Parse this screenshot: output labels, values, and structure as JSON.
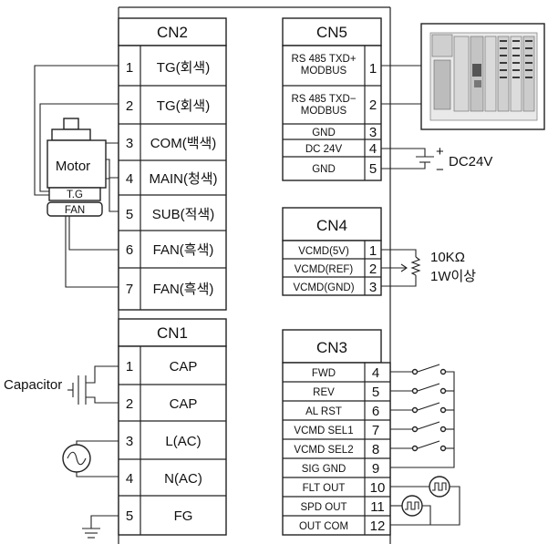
{
  "cn2": {
    "title": "CN2",
    "pins": [
      {
        "num": "1",
        "label": "TG(회색)"
      },
      {
        "num": "2",
        "label": "TG(회색)"
      },
      {
        "num": "3",
        "label": "COM(백색)"
      },
      {
        "num": "4",
        "label": "MAIN(청색)"
      },
      {
        "num": "5",
        "label": "SUB(적색)"
      },
      {
        "num": "6",
        "label": "FAN(흑색)"
      },
      {
        "num": "7",
        "label": "FAN(흑색)"
      }
    ]
  },
  "cn1": {
    "title": "CN1",
    "pins": [
      {
        "num": "1",
        "label": "CAP"
      },
      {
        "num": "2",
        "label": "CAP"
      },
      {
        "num": "3",
        "label": "L(AC)"
      },
      {
        "num": "4",
        "label": "N(AC)"
      },
      {
        "num": "5",
        "label": "FG"
      }
    ]
  },
  "cn5": {
    "title": "CN5",
    "pins": [
      {
        "num": "1",
        "line1": "RS 485 TXD+",
        "line2": "MODBUS"
      },
      {
        "num": "2",
        "line1": "RS 485 TXD−",
        "line2": "MODBUS"
      },
      {
        "num": "3",
        "line1": "GND",
        "line2": ""
      },
      {
        "num": "4",
        "line1": "DC 24V",
        "line2": ""
      },
      {
        "num": "5",
        "line1": "GND",
        "line2": ""
      }
    ]
  },
  "cn4": {
    "title": "CN4",
    "pins": [
      {
        "num": "1",
        "label": "VCMD(5V)"
      },
      {
        "num": "2",
        "label": "VCMD(REF)"
      },
      {
        "num": "3",
        "label": "VCMD(GND)"
      }
    ]
  },
  "cn3": {
    "title": "CN3",
    "pins": [
      {
        "num": "4",
        "label": "FWD"
      },
      {
        "num": "5",
        "label": "REV"
      },
      {
        "num": "6",
        "label": "AL RST"
      },
      {
        "num": "7",
        "label": "VCMD SEL1"
      },
      {
        "num": "8",
        "label": "VCMD SEL2"
      },
      {
        "num": "9",
        "label": "SIG GND"
      },
      {
        "num": "10",
        "label": "FLT OUT"
      },
      {
        "num": "11",
        "label": "SPD OUT"
      },
      {
        "num": "12",
        "label": "OUT COM"
      }
    ]
  },
  "motor": {
    "label": "Motor",
    "tg": "T.G",
    "fan": "FAN"
  },
  "capacitor": {
    "label": "Capacitor"
  },
  "power": {
    "label": "DC24V",
    "plus": "+",
    "minus": "−"
  },
  "resistor": {
    "line1": "10KΩ",
    "line2": "1W이상"
  }
}
